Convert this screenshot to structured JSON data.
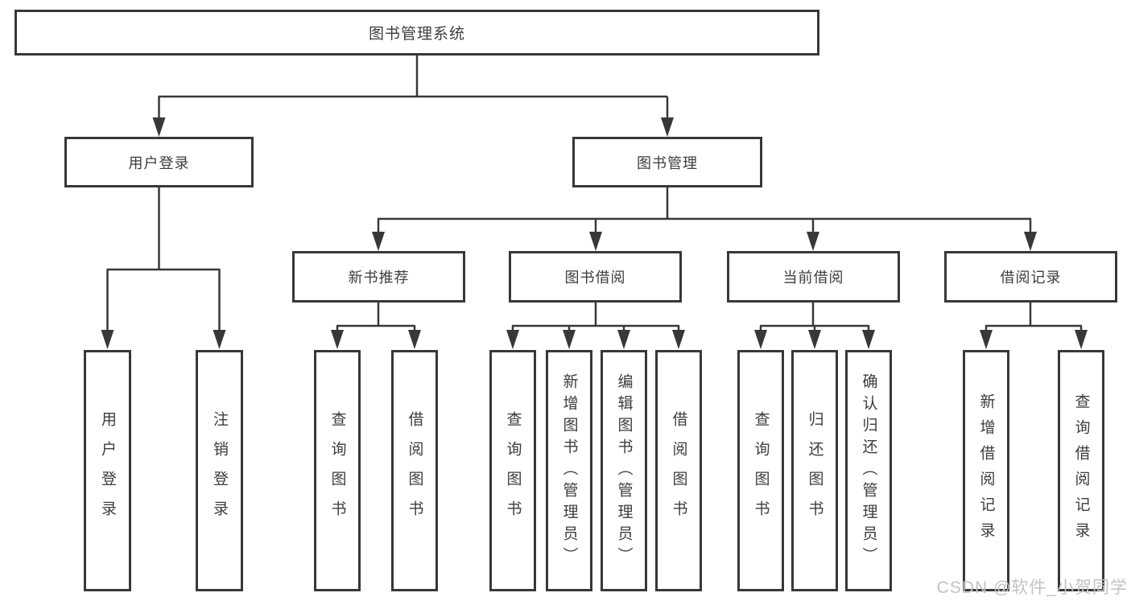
{
  "diagram": {
    "root": {
      "label": "图书管理系统"
    },
    "branches": [
      {
        "label": "用户登录",
        "children": [
          {
            "label": "用户登录"
          },
          {
            "label": "注销登录"
          }
        ]
      },
      {
        "label": "图书管理",
        "groups": [
          {
            "label": "新书推荐",
            "children": [
              {
                "label": "查询图书"
              },
              {
                "label": "借阅图书"
              }
            ]
          },
          {
            "label": "图书借阅",
            "children": [
              {
                "label": "查询图书"
              },
              {
                "label": "新增图书（管理员）"
              },
              {
                "label": "编辑图书（管理员）"
              },
              {
                "label": "借阅图书"
              }
            ]
          },
          {
            "label": "当前借阅",
            "children": [
              {
                "label": "查询图书"
              },
              {
                "label": "归还图书"
              },
              {
                "label": "确认归还（管理员）"
              }
            ]
          },
          {
            "label": "借阅记录",
            "children": [
              {
                "label": "新增借阅记录"
              },
              {
                "label": "查询借阅记录"
              }
            ]
          }
        ]
      }
    ]
  },
  "watermark": {
    "text": "CSDN @软件_小贺同学"
  },
  "colors": {
    "line": "#383838",
    "box_border": "#383838",
    "box_fill": "#ffffff",
    "text": "#3d3d3d",
    "watermark": "#c2c2c2",
    "background": "#ffffff"
  }
}
